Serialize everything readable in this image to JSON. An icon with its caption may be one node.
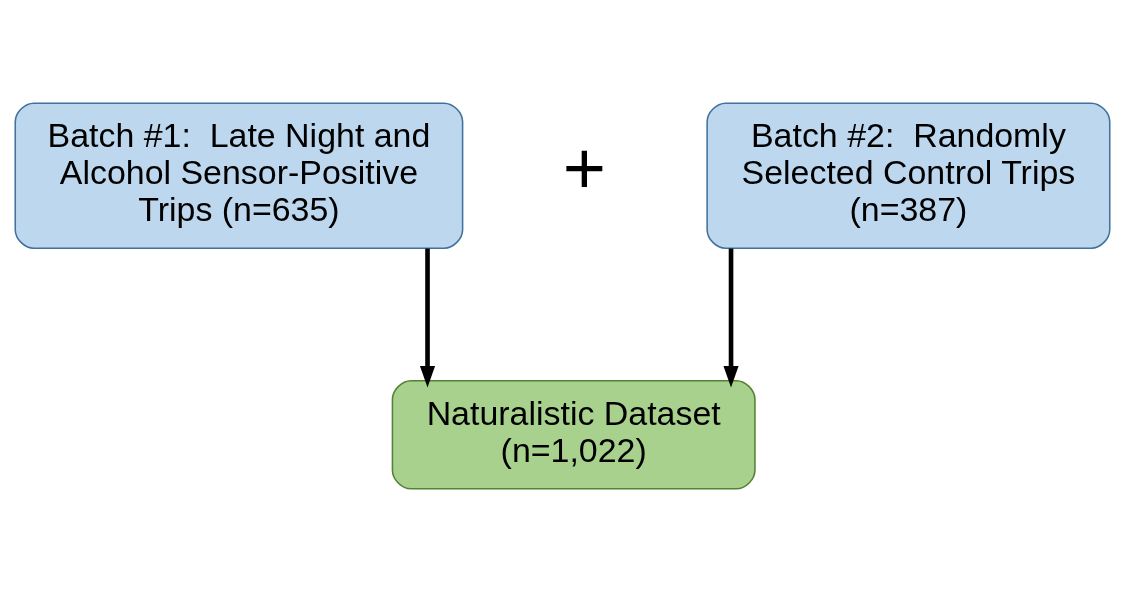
{
  "diagram": {
    "nodes": [
      {
        "text": [
          "Batch #1:  Late Night and Alcohol Sensor-Positive Trips (n=635)"
        ]
      },
      {
        "text": [
          "Batch #2:  Randomly Selected Control Trips (n=387)"
        ]
      },
      {
        "text": [
          "Naturalistic Dataset (n=1,022)"
        ]
      }
    ],
    "edges": [
      {
        "from": 0,
        "to": 2,
        "arrow": "to"
      },
      {
        "from": 1,
        "to": 2,
        "arrow": "to"
      }
    ],
    "labels": [
      "+"
    ]
  }
}
